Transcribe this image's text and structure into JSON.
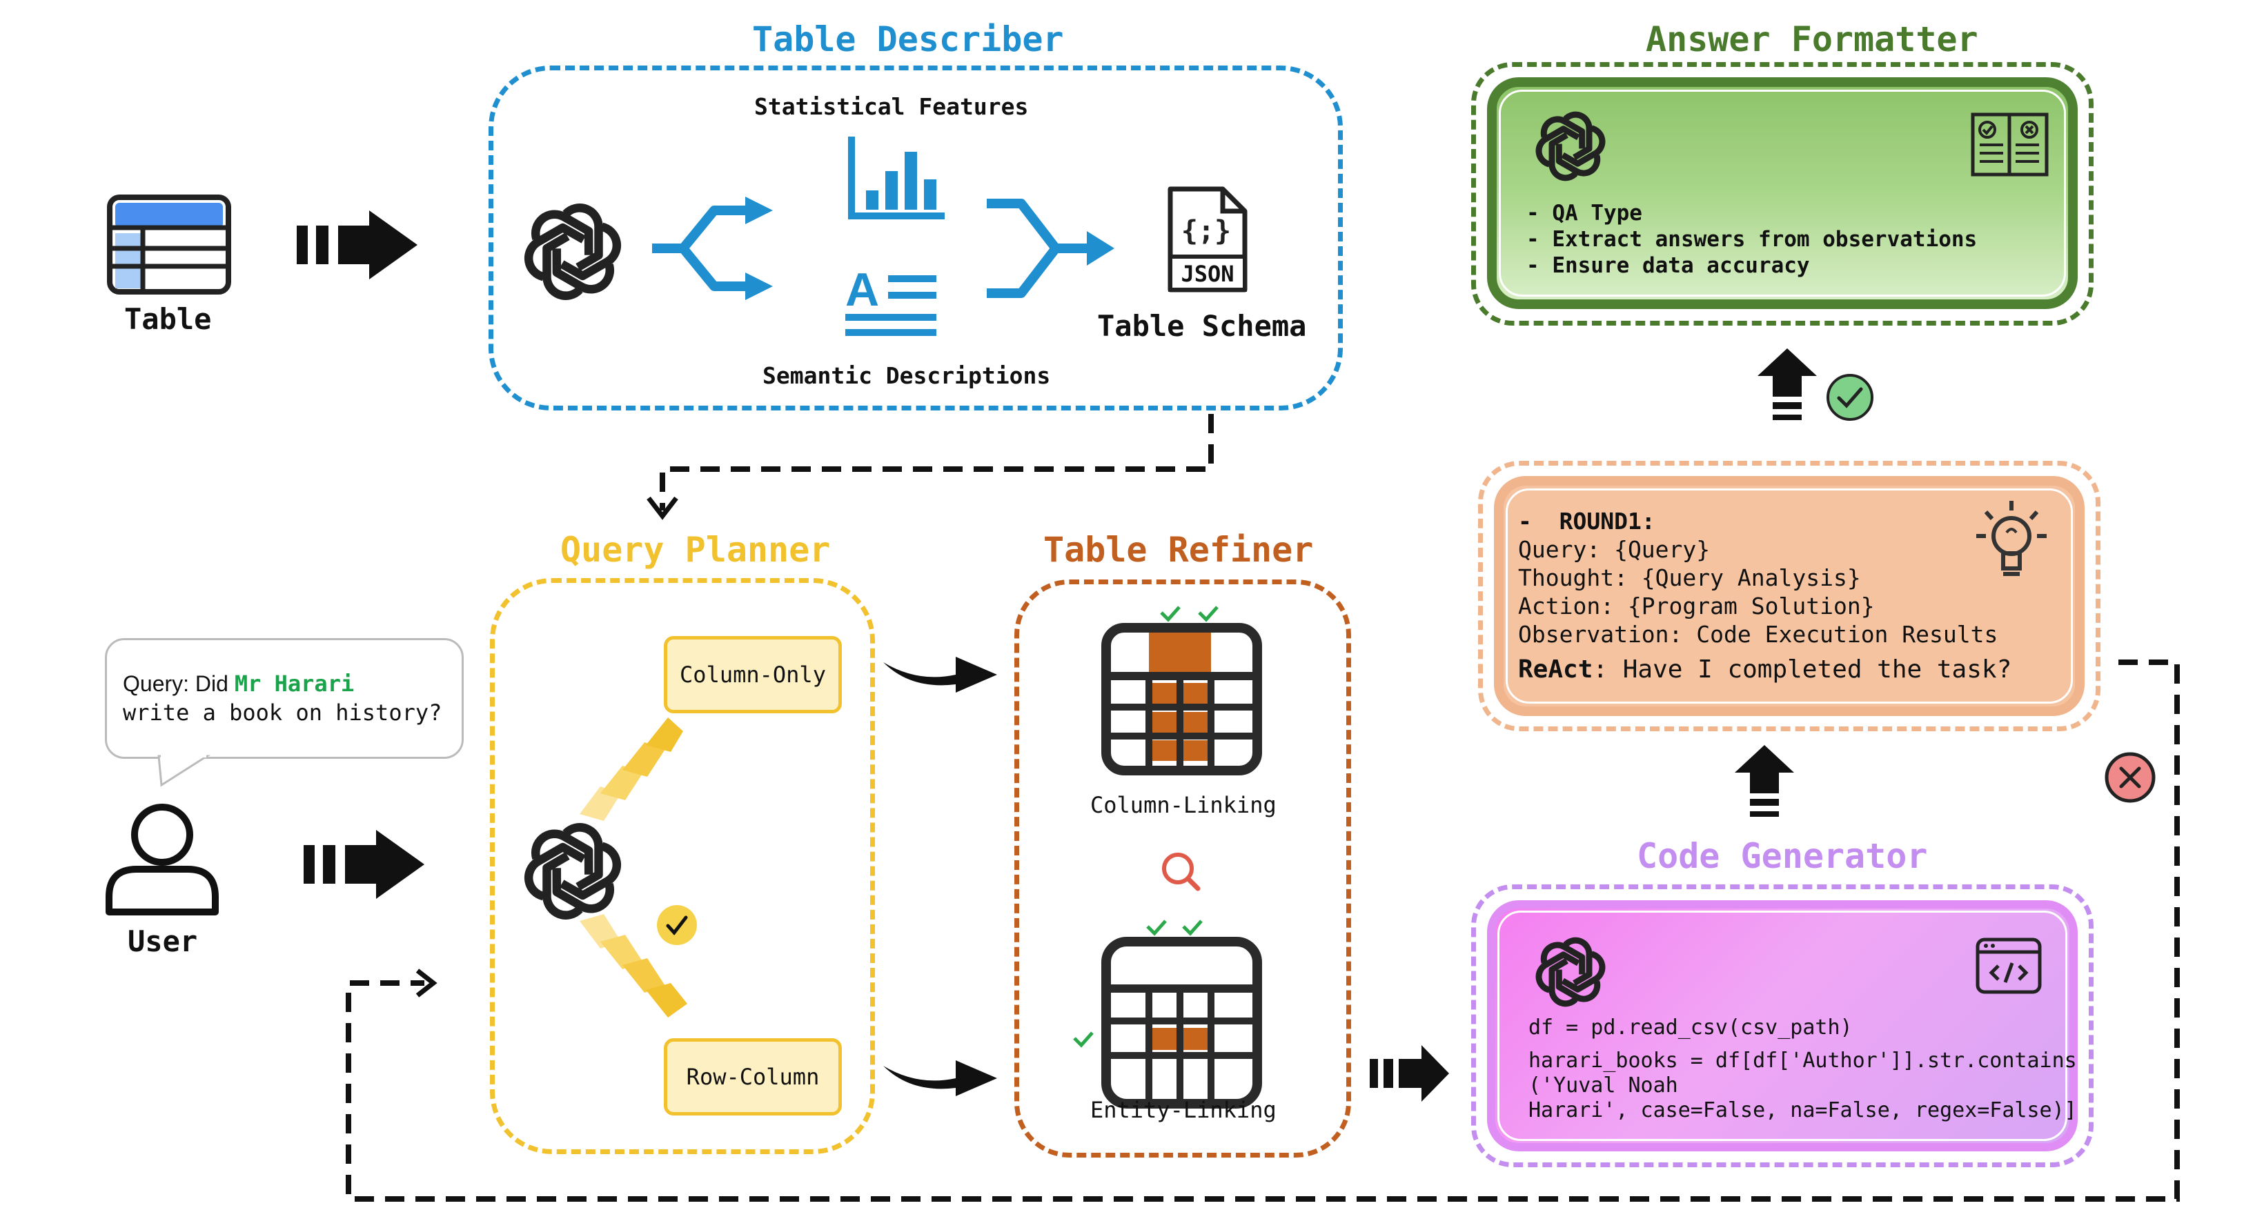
{
  "table_input": {
    "label": "Table"
  },
  "user_input": {
    "label": "User",
    "query_prefix": "Query: Did ",
    "query_highlight": "Mr Harari",
    "query_line2": "write a book on history?"
  },
  "table_describer": {
    "title": "Table Describer",
    "statistical_features": "Statistical Features",
    "semantic_descriptions": "Semantic Descriptions",
    "schema_label": "Table Schema",
    "json_badge": "JSON"
  },
  "query_planner": {
    "title": "Query Planner",
    "option_column_only": "Column-Only",
    "option_row_column": "Row-Column"
  },
  "table_refiner": {
    "title": "Table Refiner",
    "column_linking": "Column-Linking",
    "entity_linking": "Entity-Linking"
  },
  "react_box": {
    "round": "ROUND1:",
    "query": "Query: {Query}",
    "thought": "Thought: {Query Analysis}",
    "action": "Action: {Program Solution}",
    "observation": "Observation: Code Execution Results",
    "react_bold": "ReAct",
    "react_rest": ": Have I completed the task?"
  },
  "answer_formatter": {
    "title": "Answer Formatter",
    "items": [
      "- QA Type",
      "- Extract answers from observations",
      "- Ensure data accuracy"
    ]
  },
  "code_generator": {
    "title": "Code Generator",
    "code": [
      "df = pd.read_csv(csv_path)",
      "harari_books = df[df['Author']].str.contains",
      "('Yuval Noah",
      "Harari', case=False, na=False, regex=False)]"
    ]
  },
  "colors": {
    "blue": "#1f8fd0",
    "yellow": "#f2c12e",
    "orange_brown": "#c05f1f",
    "green_dark": "#4a7a2c",
    "peach": "#f0b58c",
    "purple": "#c38ef0",
    "highlight_green": "#1aa34a"
  }
}
